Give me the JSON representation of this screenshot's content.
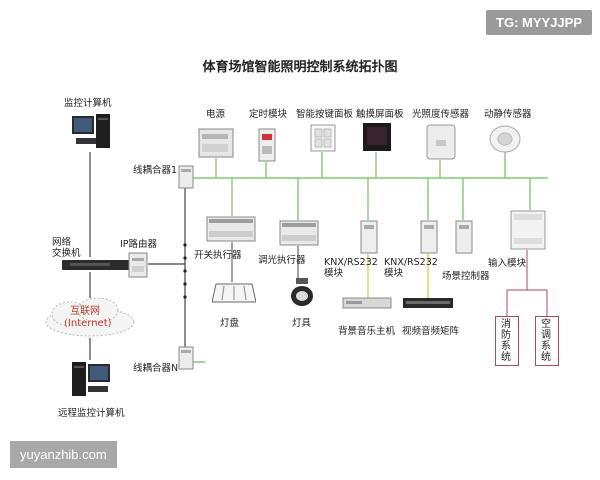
{
  "title": "体育场馆智能照明控制系统拓扑图",
  "watermarks": {
    "tg": "TG: MYYJJPP",
    "url": "yuyanzhib.com"
  },
  "colors": {
    "bus": "#7fce6e",
    "link": "#444444",
    "fire_box": "#b04a55"
  },
  "nodes": {
    "monitor_pc": "监控计算机",
    "network_switch": "网络\n交换机",
    "ip_router": "IP路由器",
    "internet_cloud": "互联网",
    "internet_en": "(Internet)",
    "remote_pc": "远程监控计算机",
    "line_coupler_1": "线耦合器1",
    "line_coupler_n": "线耦合器N",
    "power_supply": "电源",
    "timer_module": "定时模块",
    "keypad_panel": "智能按键面板",
    "touch_panel": "触摸屏面板",
    "light_sensor": "光照度传感器",
    "motion_sensor": "动静传感器",
    "switch_actuator": "开关执行器",
    "dimming_actuator": "调光执行器",
    "knx_rs232_a": "KNX/RS232\n模块",
    "knx_rs232_b": "KNX/RS232\n模块",
    "scene_controller": "场景控制器",
    "input_module": "输入模块",
    "lamp_panel": "灯盘",
    "lamp_fixture": "灯具",
    "bg_music_host": "背景音乐主机",
    "av_matrix": "视频音频矩阵",
    "fire_system": "消防系统",
    "hvac_system": "空调系统"
  }
}
